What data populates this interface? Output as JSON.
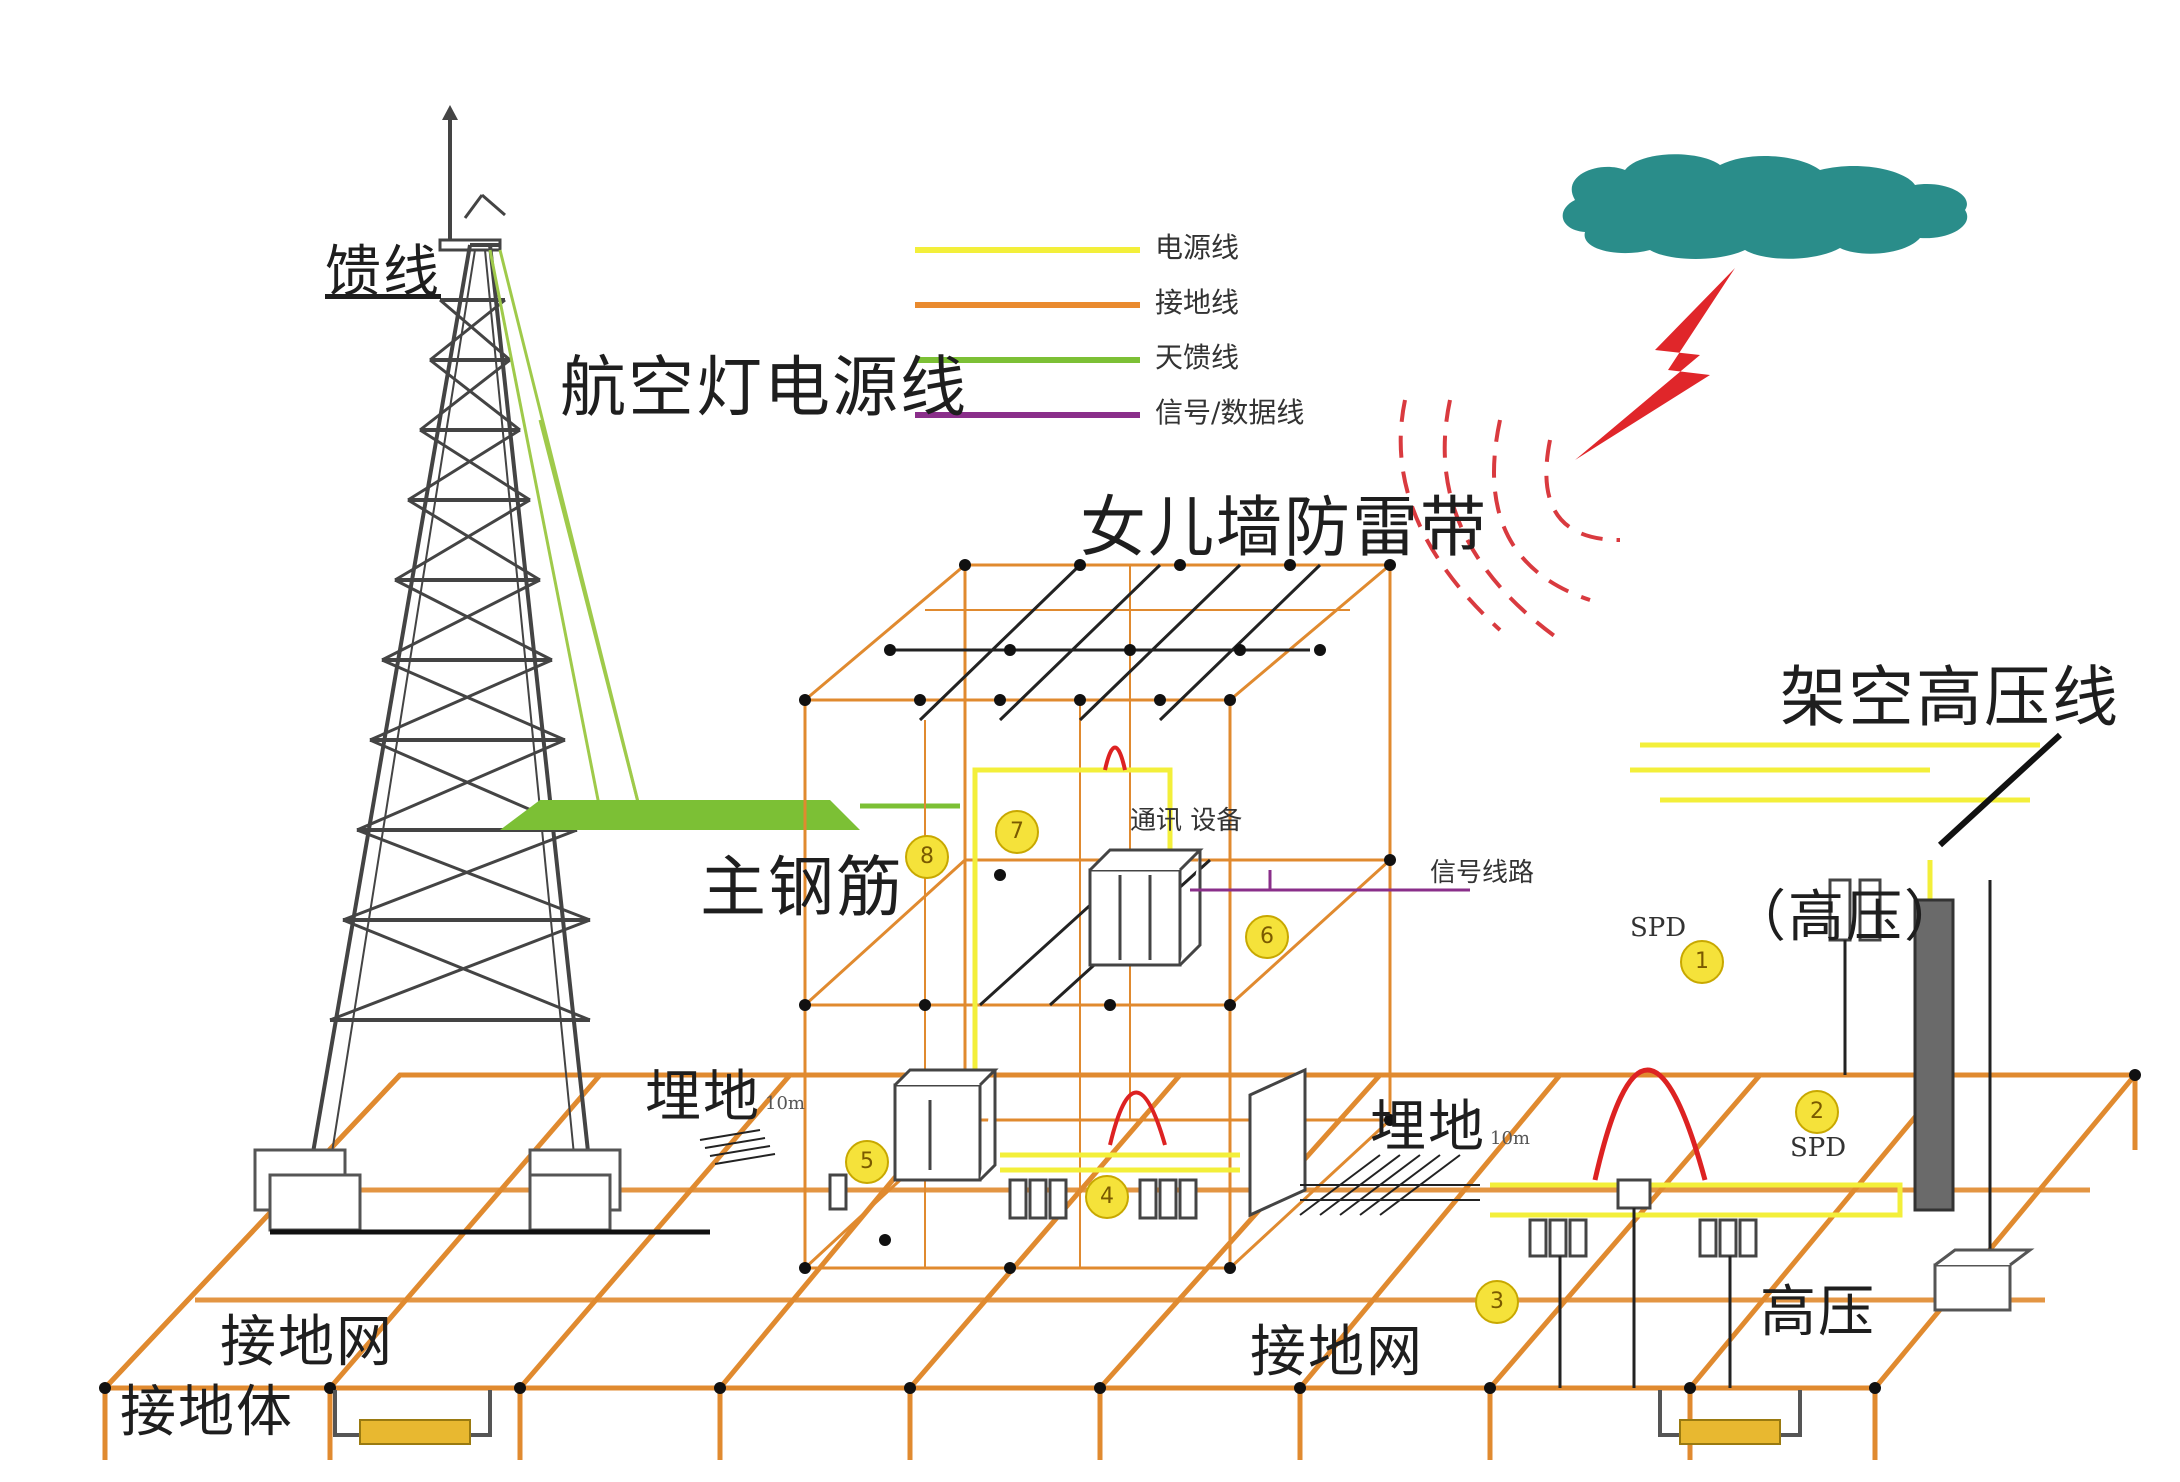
{
  "legend": [
    {
      "label": "电源线",
      "color": "#f3ef3a"
    },
    {
      "label": "接地线",
      "color": "#e98a2f"
    },
    {
      "label": "天馈线",
      "color": "#7cc035"
    },
    {
      "label": "信号/数据线",
      "color": "#8a2f8a"
    }
  ],
  "labels": {
    "feeder": "馈线",
    "aviation_power": "航空灯电源线",
    "parapet": "女儿墙防雷带",
    "overhead_hv": "架空高压线",
    "main_rebar": "主钢筋",
    "comm_equipment": "通讯 设备",
    "signal_line": "信号线路",
    "spd_hv": "（高压）",
    "buried_left": "埋地",
    "buried_right": "埋地",
    "ground_net_left": "接地网",
    "ground_net_right": "接地网",
    "ground_body": "接地体",
    "high_voltage": "高压",
    "len_left": "10m",
    "len_right": "10m",
    "spd": "SPD"
  },
  "markers": [
    "1",
    "2",
    "3",
    "4",
    "5",
    "6",
    "7",
    "8"
  ],
  "colors": {
    "cloud": "#2a8d8a",
    "bolt": "#e0262a",
    "waves": "#d93a3f",
    "ground": "#e08a2f",
    "tower": "#444444"
  }
}
